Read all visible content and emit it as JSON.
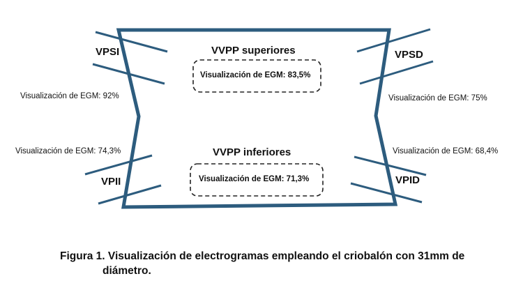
{
  "veins": {
    "vpsi": "VPSI",
    "vpsd": "VPSD",
    "vpii": "VPII",
    "vpid": "VPID"
  },
  "sections": {
    "superior": {
      "title": "VVPP superiores",
      "egm": "Visualización de EGM: 83,5%"
    },
    "inferior": {
      "title": "VVPP inferiores",
      "egm": "Visualización de EGM: 71,3%"
    }
  },
  "side_labels": {
    "vpsi": "Visualización de EGM: 92%",
    "vpii": "Visualización de EGM: 74,3%",
    "vpsd": "Visualización de EGM: 75%",
    "vpid": "Visualización de EGM: 68,4%"
  },
  "caption": {
    "line1": "Figura 1. Visualización de electrogramas empleando el criobalón con 31mm de",
    "line2": "diámetro."
  },
  "colors": {
    "outline": "#2d5c7e",
    "text": "#111111"
  }
}
